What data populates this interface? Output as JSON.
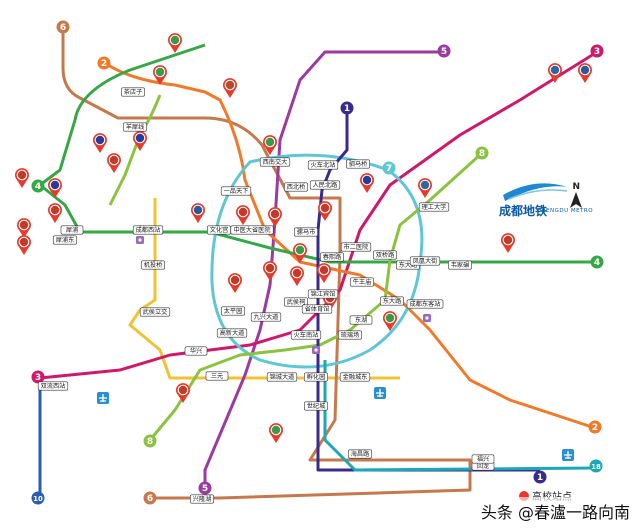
{
  "lines": [
    {
      "id": "1",
      "color": "#3a2a8c"
    },
    {
      "id": "2",
      "color": "#f07a2a"
    },
    {
      "id": "3",
      "color": "#d0186a"
    },
    {
      "id": "4",
      "color": "#35a845"
    },
    {
      "id": "5",
      "color": "#9c3aa0"
    },
    {
      "id": "6",
      "color": "#c5794c"
    },
    {
      "id": "7",
      "color": "#5fc6d6"
    },
    {
      "id": "8",
      "color": "#8ac43f"
    },
    {
      "id": "10",
      "color": "#2a5fb0"
    },
    {
      "id": "18",
      "color": "#1aa8b8"
    },
    {
      "id": "yellow",
      "color": "#f1c232"
    }
  ],
  "stations": [
    {
      "label": "茶店子"
    },
    {
      "label": "羊犀线"
    },
    {
      "label": "西南交大"
    },
    {
      "label": "火车北站"
    },
    {
      "label": "驷马桥"
    },
    {
      "label": "一品天下"
    },
    {
      "label": "西北桥"
    },
    {
      "label": "人民北路"
    },
    {
      "label": "理工大学"
    },
    {
      "label": "成都西站"
    },
    {
      "label": "文化宫"
    },
    {
      "label": "中医大省医院"
    },
    {
      "label": "骡马市"
    },
    {
      "label": "市二医院"
    },
    {
      "label": "双桥路"
    },
    {
      "label": "犀浦"
    },
    {
      "label": "机投桥"
    },
    {
      "label": "春熙路"
    },
    {
      "label": "东大路"
    },
    {
      "label": "锦江宾馆"
    },
    {
      "label": "牛王庙"
    },
    {
      "label": "武侯祠"
    },
    {
      "label": "九兴大道"
    },
    {
      "label": "太平园"
    },
    {
      "label": "省体育馆"
    },
    {
      "label": "东湖"
    },
    {
      "label": "东大路"
    },
    {
      "label": "成都东客站"
    },
    {
      "label": "武侯立交"
    },
    {
      "label": "高新大道"
    },
    {
      "label": "火车南站"
    },
    {
      "label": "琉璃场"
    },
    {
      "label": "三元"
    },
    {
      "label": "华兴"
    },
    {
      "label": "锦城大道"
    },
    {
      "label": "孵化园"
    },
    {
      "label": "金融城东"
    },
    {
      "label": "双流西站"
    },
    {
      "label": "世纪城"
    },
    {
      "label": "凤凰大街"
    },
    {
      "label": "海昌路"
    },
    {
      "label": "回龙"
    },
    {
      "label": "福兴"
    },
    {
      "label": "兴隆湖"
    },
    {
      "label": "韦家碾"
    },
    {
      "label": "犀浦东"
    }
  ],
  "legend": {
    "label": "高校站点"
  },
  "logo": {
    "cn": "成都地铁",
    "en": "CHENGDU METRO"
  },
  "north": {
    "label": "N"
  },
  "watermark": {
    "text": "头条 @春瀘一路向南"
  }
}
